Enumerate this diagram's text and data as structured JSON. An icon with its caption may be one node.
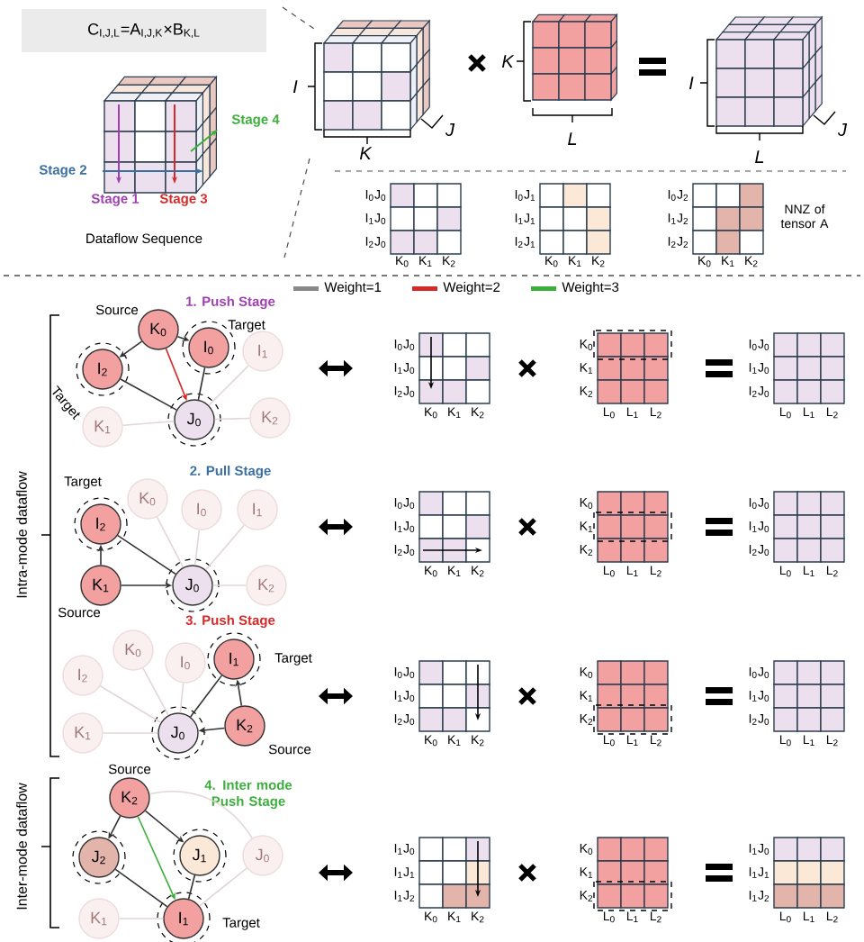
{
  "diagram": {
    "nodes": [
      {
        "text": [
          "K$_{0}$"
        ],
        "beside": [
          "Source"
        ]
      },
      {
        "text": [
          "I$_{2}$"
        ],
        "beside": [
          "Target"
        ]
      },
      {
        "text": [
          "I$_{0}$"
        ],
        "beside": [
          "Target"
        ]
      },
      {
        "text": [
          "J$_{0}$"
        ]
      },
      {
        "text": [
          "I$_{1}$"
        ]
      },
      {
        "text": [
          "K$_{1}$"
        ]
      },
      {
        "text": [
          "K$_{2}$"
        ]
      },
      {
        "text": [
          "K$_{0}$"
        ]
      },
      {
        "text": [
          "I$_{0}$"
        ]
      },
      {
        "text": [
          "I$_{1}$"
        ]
      },
      {
        "text": [
          "I$_{2}$"
        ],
        "beside": [
          "Target"
        ]
      },
      {
        "text": [
          "K$_{1}$"
        ],
        "beside": [
          "Source"
        ]
      },
      {
        "text": [
          "J$_{0}$"
        ]
      },
      {
        "text": [
          "K$_{2}$"
        ]
      },
      {
        "text": [
          "K$_{0}$"
        ]
      },
      {
        "text": [
          "I$_{0}$"
        ]
      },
      {
        "text": [
          "I$_{2}$"
        ]
      },
      {
        "text": [
          "I$_{1}$"
        ],
        "beside": [
          "Target"
        ]
      },
      {
        "text": [
          "K$_{1}$"
        ]
      },
      {
        "text": [
          "J$_{0}$"
        ]
      },
      {
        "text": [
          "K$_{2}$"
        ],
        "beside": [
          "Source"
        ]
      },
      {
        "text": [
          "K$_{2}$"
        ],
        "beside": [
          "Source"
        ]
      },
      {
        "text": [
          "J$_{2}$"
        ]
      },
      {
        "text": [
          "J$_{1}$"
        ]
      },
      {
        "text": [
          "J$_{0}$"
        ]
      },
      {
        "text": [
          "K$_{1}$"
        ]
      },
      {
        "text": [
          "I$_{1}$"
        ],
        "beside": [
          "Target"
        ]
      }
    ],
    "edges": [
      {
        "from": 0,
        "to": 1,
        "arrow": "to"
      },
      {
        "from": 0,
        "to": 2,
        "arrow": "to"
      },
      {
        "from": 0,
        "to": 3,
        "arrow": "to",
        "color": "#d42a2a"
      },
      {
        "from": 1,
        "to": 3,
        "arrow": "none"
      },
      {
        "from": 2,
        "to": 3,
        "arrow": "none"
      },
      {
        "from": 4,
        "to": 3,
        "arrow": "none",
        "color": "#e2d6d6"
      },
      {
        "from": 5,
        "to": 3,
        "arrow": "none",
        "color": "#e2d6d6"
      },
      {
        "from": 3,
        "to": 6,
        "arrow": "none",
        "color": "#e2d6d6"
      },
      {
        "from": 11,
        "to": 10,
        "arrow": "to"
      },
      {
        "from": 11,
        "to": 12,
        "arrow": "to"
      },
      {
        "from": 10,
        "to": 12,
        "arrow": "none"
      },
      {
        "from": 7,
        "to": 12,
        "arrow": "none",
        "color": "#e2d6d6"
      },
      {
        "from": 8,
        "to": 12,
        "arrow": "none",
        "color": "#e2d6d6"
      },
      {
        "from": 9,
        "to": 12,
        "arrow": "none",
        "color": "#e2d6d6"
      },
      {
        "from": 12,
        "to": 13,
        "arrow": "none",
        "color": "#e2d6d6"
      },
      {
        "from": 20,
        "to": 17,
        "arrow": "to"
      },
      {
        "from": 20,
        "to": 19,
        "arrow": "to"
      },
      {
        "from": 17,
        "to": 19,
        "arrow": "none"
      },
      {
        "from": 14,
        "to": 19,
        "arrow": "none",
        "color": "#e2d6d6"
      },
      {
        "from": 15,
        "to": 19,
        "arrow": "none",
        "color": "#e2d6d6"
      },
      {
        "from": 16,
        "to": 19,
        "arrow": "none",
        "color": "#e2d6d6"
      },
      {
        "from": 18,
        "to": 19,
        "arrow": "none",
        "color": "#e2d6d6"
      },
      {
        "from": 21,
        "to": 22,
        "arrow": "to"
      },
      {
        "from": 21,
        "to": 23,
        "arrow": "to"
      },
      {
        "from": 21,
        "to": 26,
        "arrow": "to",
        "color": "#3cae3c"
      },
      {
        "from": 22,
        "to": 26,
        "arrow": "none"
      },
      {
        "from": 23,
        "to": 26,
        "arrow": "none"
      },
      {
        "from": 21,
        "to": 24,
        "arrow": "none",
        "color": "#e2d6d6"
      },
      {
        "from": 24,
        "to": 26,
        "arrow": "none",
        "color": "#e2d6d6"
      },
      {
        "from": 25,
        "to": 26,
        "arrow": "none",
        "color": "#e2d6d6"
      }
    ],
    "labels": [
      "C$_{I,J,L}$=A$_{I,J,K}$×B$_{K,L}$",
      "Stage 4",
      "Stage 2",
      "Stage 1",
      "Stage 3",
      "Dataflow Sequence",
      "I",
      "K",
      "J",
      "K",
      "L",
      "I",
      "L",
      "J",
      "I$_{0}$J$_{0}$",
      "I$_{1}$J$_{0}$",
      "I$_{2}$J$_{0}$",
      "K$_{0}$",
      "K$_{1}$",
      "K$_{2}$",
      "I$_{0}$J$_{1}$",
      "I$_{1}$J$_{1}$",
      "I$_{2}$J$_{1}$",
      "K$_{0}$",
      "K$_{1}$",
      "K$_{2}$",
      "I$_{0}$J$_{2}$",
      "I$_{1}$J$_{2}$",
      "I$_{2}$J$_{2}$",
      "K$_{0}$",
      "K$_{1}$",
      "K$_{2}$",
      "NNZ of tensor A",
      "1. Push Stage",
      "2. Pull Stage",
      "3. Push Stage",
      "4. Inter mode Push Stage",
      "Intra-mode dataflow",
      "Inter-mode dataflow",
      "I$_{0}$J$_{0}$",
      "I$_{1}$J$_{0}$",
      "I$_{2}$J$_{0}$",
      "K$_{0}$",
      "K$_{1}$",
      "K$_{2}$",
      "K$_{0}$",
      "K$_{1}$",
      "K$_{2}$",
      "L$_{0}$",
      "L$_{1}$",
      "L$_{2}$",
      "I$_{0}$J$_{0}$",
      "I$_{1}$J$_{0}$",
      "I$_{2}$J$_{0}$",
      "L$_{0}$",
      "L$_{1}$",
      "L$_{2}$",
      "I$_{0}$J$_{0}$",
      "I$_{1}$J$_{0}$",
      "I$_{2}$J$_{0}$",
      "K$_{0}$",
      "K$_{1}$",
      "K$_{2}$",
      "K$_{0}$",
      "K$_{1}$",
      "K$_{2}$",
      "L$_{0}$",
      "L$_{1}$",
      "L$_{2}$",
      "I$_{0}$J$_{0}$",
      "I$_{1}$J$_{0}$",
      "I$_{2}$J$_{0}$",
      "L$_{0}$",
      "L$_{1}$",
      "L$_{2}$",
      "I$_{0}$J$_{0}$",
      "I$_{1}$J$_{0}$",
      "I$_{2}$J$_{0}$",
      "K$_{0}$",
      "K$_{1}$",
      "K$_{2}$",
      "K$_{0}$",
      "K$_{1}$",
      "K$_{2}$",
      "L$_{0}$",
      "L$_{1}$",
      "L$_{2}$",
      "I$_{0}$J$_{0}$",
      "I$_{1}$J$_{0}$",
      "I$_{2}$J$_{0}$",
      "L$_{0}$",
      "L$_{1}$",
      "L$_{2}$",
      "I$_{1}$J$_{0}$",
      "I$_{1}$J$_{1}$",
      "I$_{1}$J$_{2}$",
      "K$_{0}$",
      "K$_{1}$",
      "K$_{2}$",
      "K$_{0}$",
      "K$_{1}$",
      "K$_{2}$",
      "L$_{0}$",
      "L$_{1}$",
      "L$_{2}$",
      "I$_{1}$J$_{0}$",
      "I$_{1}$J$_{1}$",
      "I$_{1}$J$_{2}$",
      "L$_{0}$",
      "L$_{1}$",
      "L$_{2}$"
    ],
    "legend": [
      {
        "text": "Weight=1",
        "color": "#888888"
      },
      {
        "text": "Weight=2",
        "color": "#d42a2a"
      },
      {
        "text": "Weight=3",
        "color": "#3cae3c"
      }
    ]
  }
}
